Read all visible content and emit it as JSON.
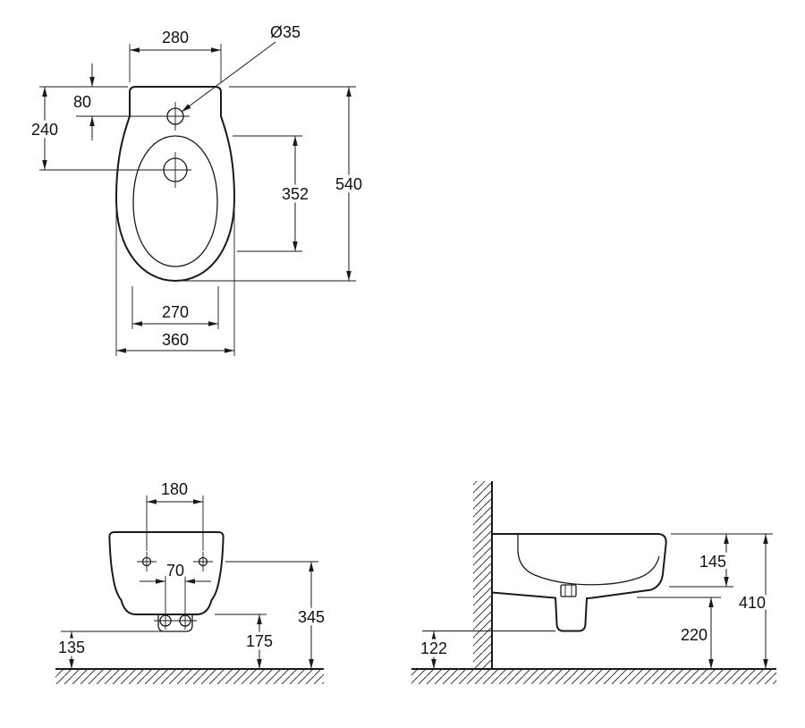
{
  "page": {
    "background": "#ffffff",
    "line_color": "#1a1a1a"
  },
  "drawing": {
    "top_view": {
      "deck_width": "280",
      "tap_hole_diameter": "Ø35",
      "tap_hole_offset": "80",
      "drain_offset": "240",
      "bowl_length": "352",
      "overall_depth": "540",
      "bowl_width": "270",
      "overall_width": "360"
    },
    "front_view": {
      "fixing_hole_spacing": "180",
      "drain_bolt_spacing": "70",
      "fixing_height": "345",
      "underside_height": "175",
      "drain_height": "135"
    },
    "side_view": {
      "front_rim_depth": "145",
      "overall_height": "410",
      "underside_clearance": "220",
      "drain_clearance": "122"
    }
  }
}
